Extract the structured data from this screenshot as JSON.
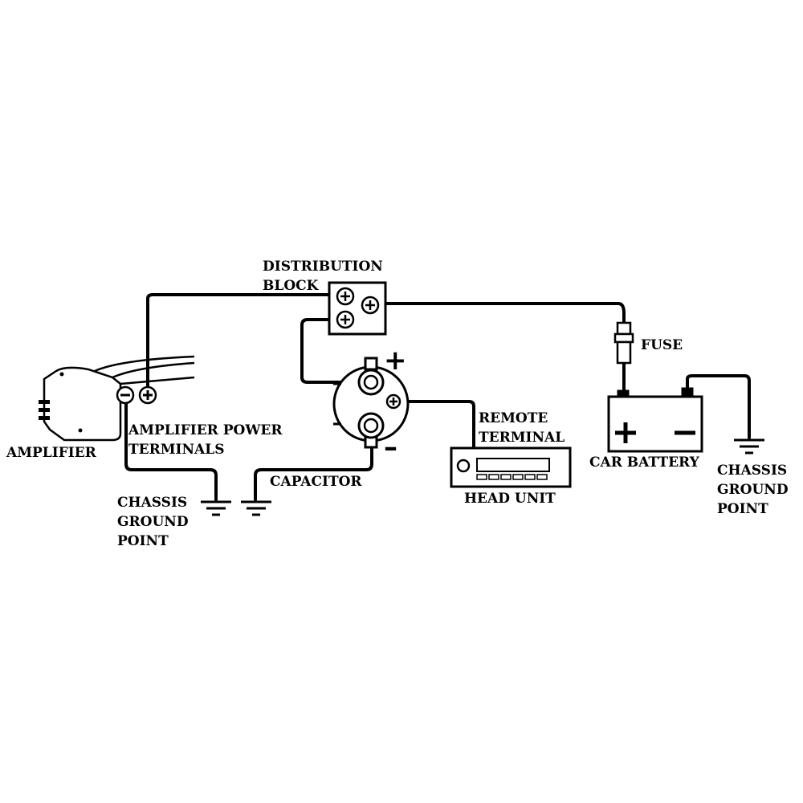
{
  "labels": {
    "distribution_block": [
      "DISTRIBUTION",
      "BLOCK"
    ],
    "fuse": "FUSE",
    "amplifier": "AMPLIFIER",
    "amplifier_power_terminals": [
      "AMPLIFIER POWER",
      "TERMINALS"
    ],
    "remote_terminal": [
      "REMOTE",
      "TERMINAL"
    ],
    "head_unit": "HEAD UNIT",
    "capacitor": "CAPACITOR",
    "car_battery": "CAR BATTERY",
    "chassis_ground_left": [
      "CHASSIS",
      "GROUND",
      "POINT"
    ],
    "chassis_ground_right": [
      "CHASSIS",
      "GROUND",
      "POINT"
    ]
  },
  "signs": {
    "capacitor_plus": "+",
    "capacitor_minus": "–"
  },
  "colors": {
    "wire": "#000000",
    "background": "#ffffff"
  },
  "icons": [
    "amplifier-icon",
    "distribution-block-icon",
    "capacitor-icon",
    "fuse-icon",
    "head-unit-icon",
    "car-battery-icon",
    "ground-symbol-icon"
  ]
}
